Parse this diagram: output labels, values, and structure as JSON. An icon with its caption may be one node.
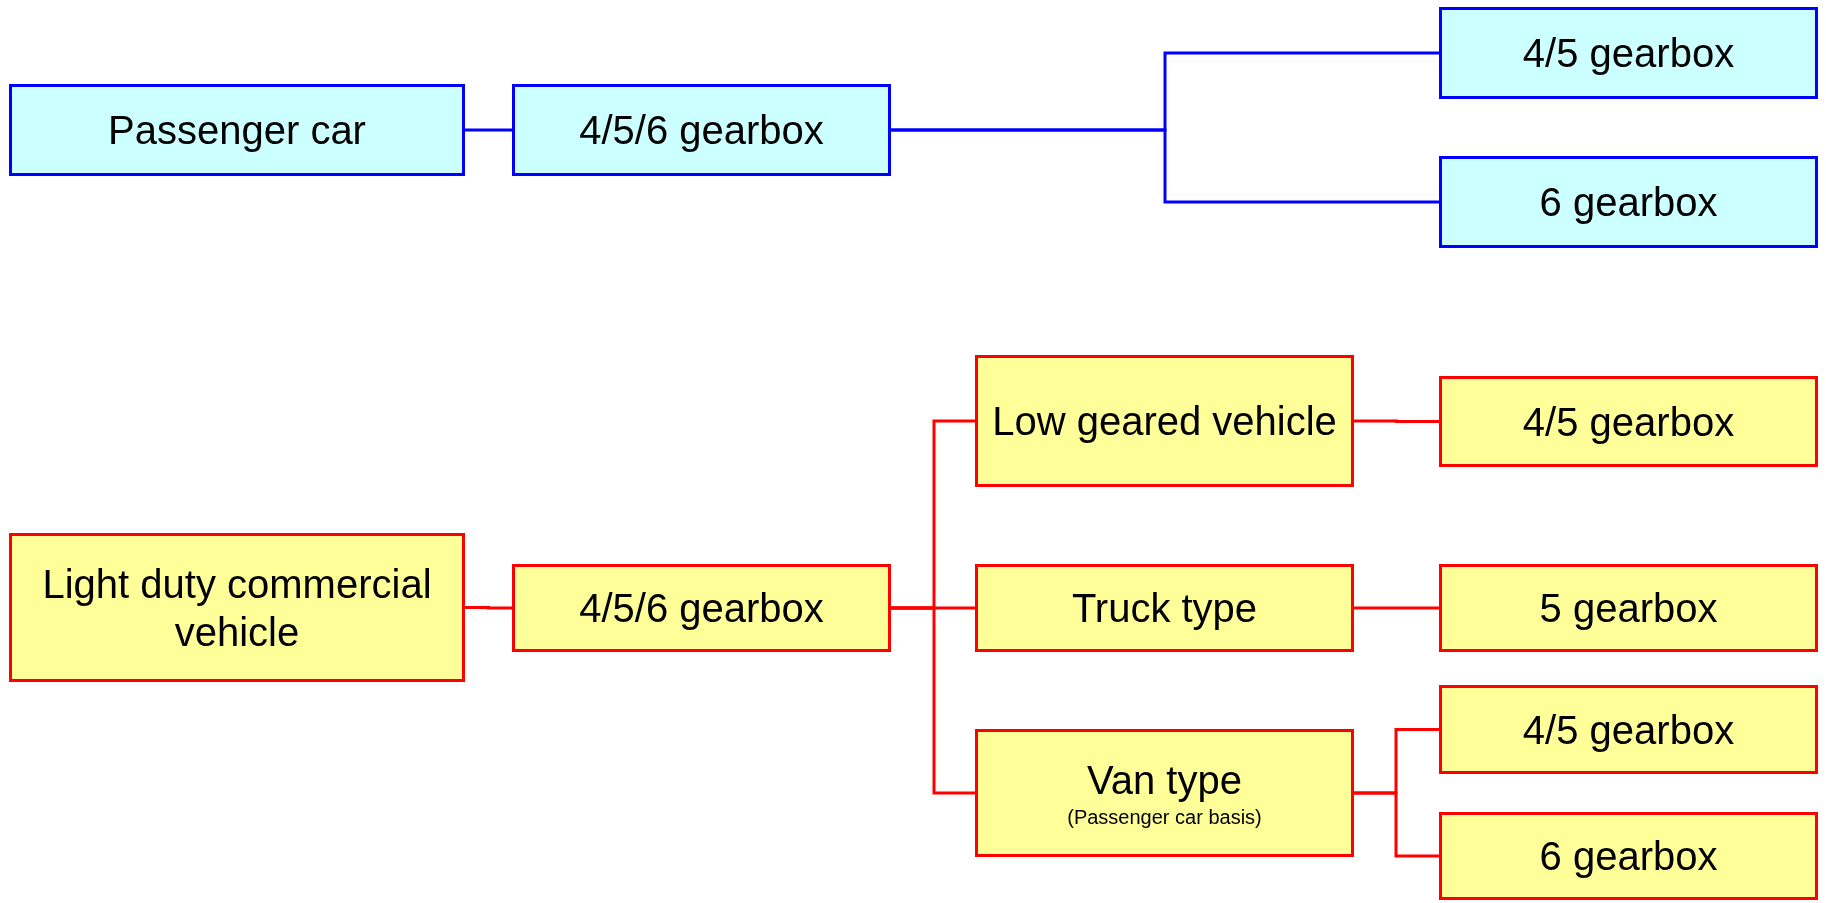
{
  "diagram": {
    "nodes": [
      {
        "text": [
          "Passenger car"
        ]
      },
      {
        "text": [
          "4/5/6 gearbox"
        ]
      },
      {
        "text": [
          "4/5 gearbox"
        ]
      },
      {
        "text": [
          "6 gearbox"
        ]
      },
      {
        "text": [
          "Light duty commercial vehicle"
        ]
      },
      {
        "text": [
          "4/5/6 gearbox"
        ]
      },
      {
        "text": [
          "Low geared vehicle"
        ]
      },
      {
        "text": [
          "Truck type"
        ]
      },
      {
        "text": [
          "Van type",
          "(Passenger car basis)"
        ]
      },
      {
        "text": [
          "4/5 gearbox"
        ]
      },
      {
        "text": [
          "5 gearbox"
        ]
      },
      {
        "text": [
          "4/5 gearbox"
        ]
      },
      {
        "text": [
          "6 gearbox"
        ]
      }
    ],
    "edges": [
      {
        "from": 0,
        "to": 1,
        "arrow": "none",
        "color": "#0000ff"
      },
      {
        "from": 1,
        "to": 2,
        "arrow": "none",
        "color": "#0000ff"
      },
      {
        "from": 1,
        "to": 3,
        "arrow": "none",
        "color": "#0000ff"
      },
      {
        "from": 4,
        "to": 5,
        "arrow": "none"
      },
      {
        "from": 5,
        "to": 6,
        "arrow": "none"
      },
      {
        "from": 5,
        "to": 7,
        "arrow": "none"
      },
      {
        "from": 5,
        "to": 8,
        "arrow": "none"
      },
      {
        "from": 6,
        "to": 9,
        "arrow": "none"
      },
      {
        "from": 7,
        "to": 10,
        "arrow": "none"
      },
      {
        "from": 8,
        "to": 11,
        "arrow": "none"
      },
      {
        "from": 8,
        "to": 12,
        "arrow": "none"
      }
    ]
  }
}
